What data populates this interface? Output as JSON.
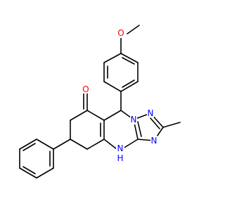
{
  "structure": {
    "colors": {
      "bond": "#000000",
      "oxygen": "#ff0000",
      "nitrogen": "#0000ff"
    },
    "labels": {
      "methoxy_oxygen": "O",
      "ketone_oxygen": "O",
      "triazole_n1": "N",
      "triazole_n2": "N",
      "triazole_n4": "N",
      "amine": "N",
      "amine_hydrogen": "H"
    }
  }
}
